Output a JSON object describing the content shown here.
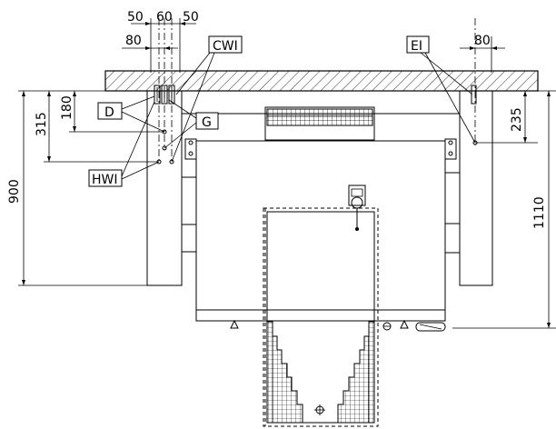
{
  "dimensions": {
    "top_50_left": "50",
    "top_60": "60",
    "top_50_right": "50",
    "top_80_left": "80",
    "top_80_right": "80",
    "left_180": "180",
    "left_315": "315",
    "left_900": "900",
    "right_235": "235",
    "right_1110": "1110"
  },
  "callouts": {
    "cwi": "CWI",
    "ei": "EI",
    "d": "D",
    "g": "G",
    "hwi": "HWI"
  }
}
